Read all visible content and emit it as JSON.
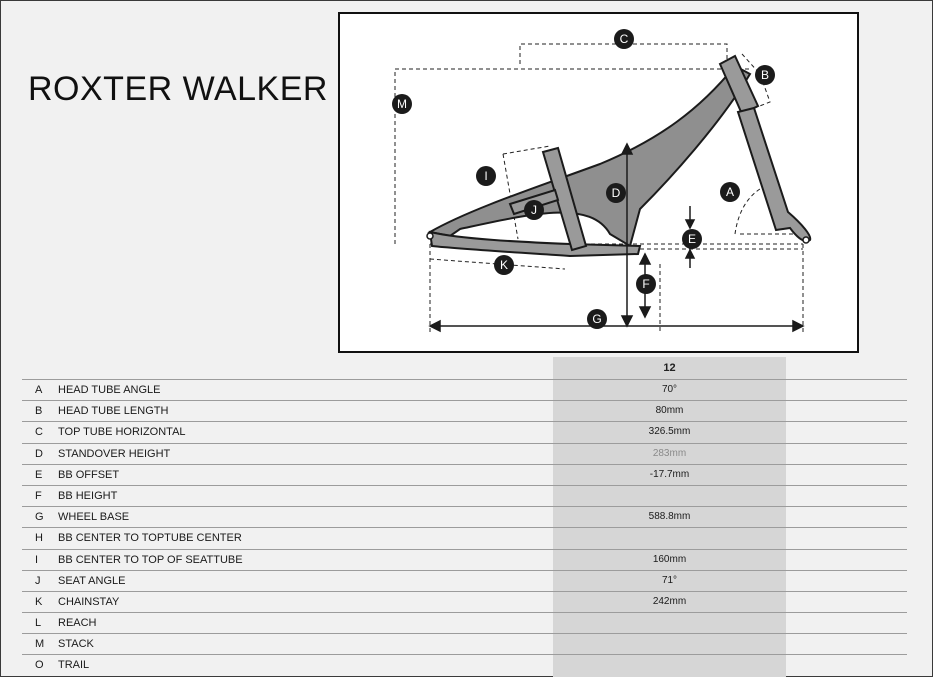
{
  "title": "ROXTER WALKER",
  "size_label": "12",
  "markers": [
    "A",
    "B",
    "C",
    "D",
    "E",
    "F",
    "G",
    "I",
    "J",
    "K",
    "M"
  ],
  "rows": [
    {
      "letter": "A",
      "name": "HEAD TUBE ANGLE",
      "value": "70°"
    },
    {
      "letter": "B",
      "name": "HEAD TUBE LENGTH",
      "value": "80mm"
    },
    {
      "letter": "C",
      "name": "TOP TUBE HORIZONTAL",
      "value": "326.5mm"
    },
    {
      "letter": "D",
      "name": "STANDOVER HEIGHT",
      "value": "283mm"
    },
    {
      "letter": "E",
      "name": "BB OFFSET",
      "value": "-17.7mm"
    },
    {
      "letter": "F",
      "name": "BB HEIGHT",
      "value": ""
    },
    {
      "letter": "G",
      "name": "WHEEL BASE",
      "value": "588.8mm"
    },
    {
      "letter": "H",
      "name": "BB CENTER TO TOPTUBE CENTER",
      "value": ""
    },
    {
      "letter": "I",
      "name": "BB CENTER TO TOP OF SEATTUBE",
      "value": "160mm"
    },
    {
      "letter": "J",
      "name": "SEAT ANGLE",
      "value": "71°"
    },
    {
      "letter": "K",
      "name": "CHAINSTAY",
      "value": "242mm"
    },
    {
      "letter": "L",
      "name": "REACH",
      "value": ""
    },
    {
      "letter": "M",
      "name": "STACK",
      "value": ""
    },
    {
      "letter": "O",
      "name": "TRAIL",
      "value": ""
    }
  ]
}
